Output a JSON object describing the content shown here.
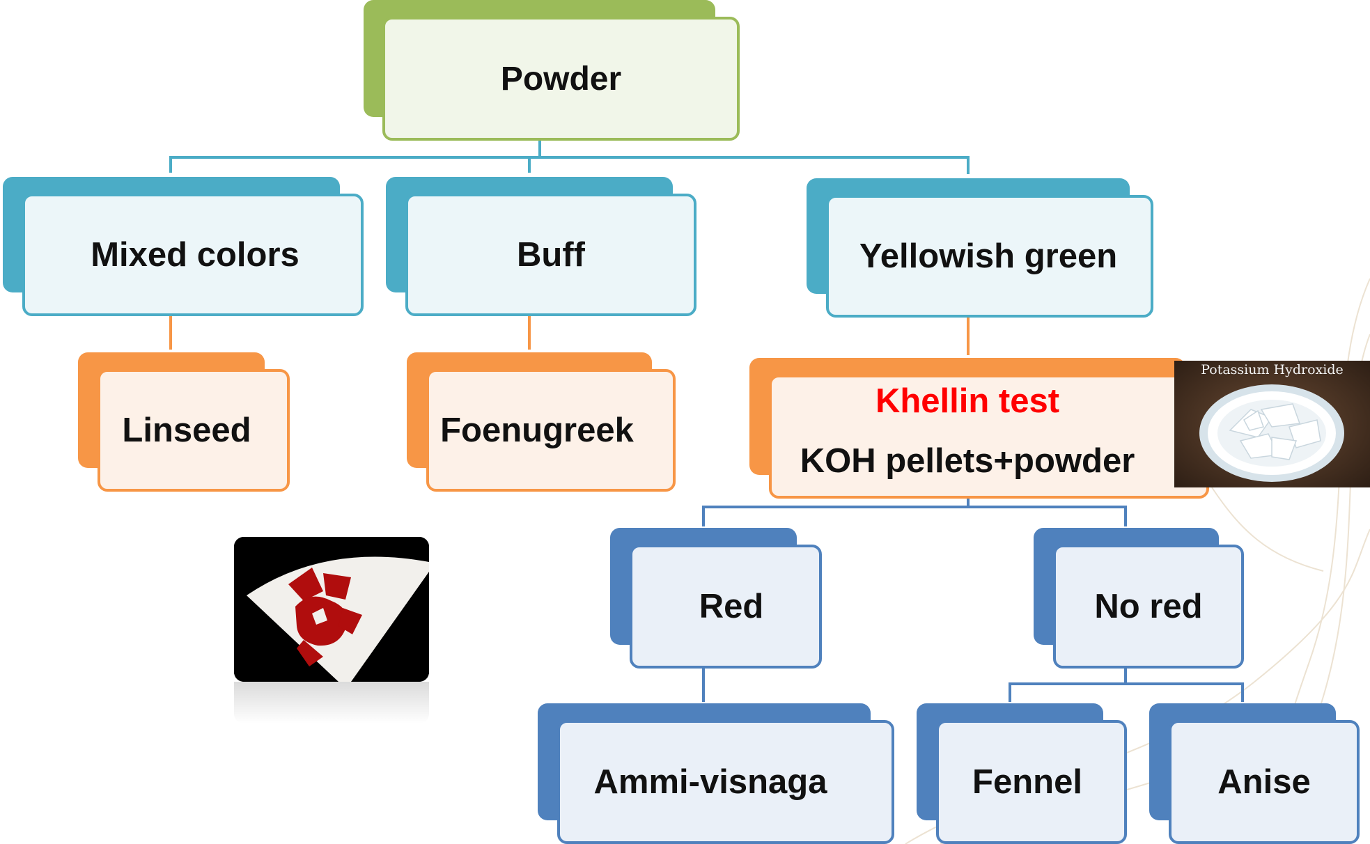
{
  "colors": {
    "green": "#9bbb59",
    "teal": "#4bacc6",
    "orange": "#f79646",
    "blue": "#4f81bd",
    "red_text": "#ff0000"
  },
  "nodes": {
    "powder": "Powder",
    "mixed_colors": "Mixed colors",
    "buff": "Buff",
    "yellowish_green": "Yellowish green",
    "linseed": "Linseed",
    "foenugreek": "Foenugreek",
    "khellin_title": "Khellin test",
    "khellin_subtitle": "KOH pellets+powder",
    "red": "Red",
    "no_red": "No red",
    "ammi_visnaga": "Ammi-visnaga",
    "fennel": "Fennel",
    "anise": "Anise"
  },
  "images": {
    "koh_photo_caption": "Potassium Hydroxide",
    "test_photo_icon": "red-stain-filter-paper-icon",
    "koh_photo_icon": "koh-pellets-bowl-icon"
  }
}
